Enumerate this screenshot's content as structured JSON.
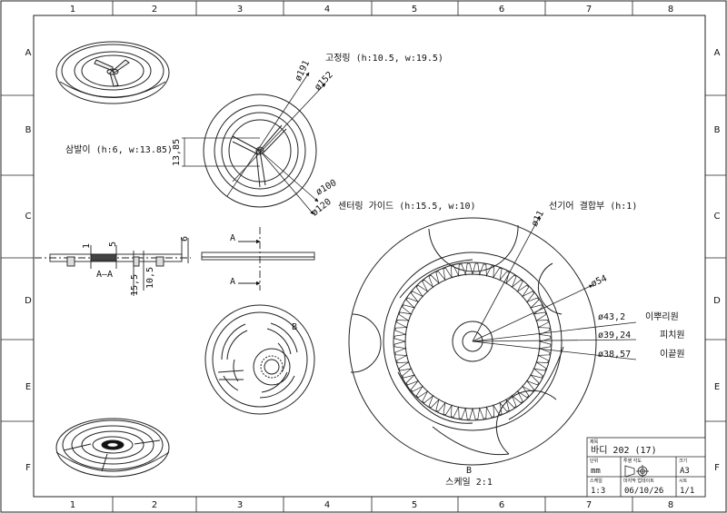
{
  "grid": {
    "columns": [
      "1",
      "2",
      "3",
      "4",
      "5",
      "6",
      "7",
      "8"
    ],
    "rows": [
      "A",
      "B",
      "C",
      "D",
      "E",
      "F"
    ]
  },
  "annotations": {
    "fixed_ring": "고정링 (h:10.5, w:19.5)",
    "hairspring": "삼발이 (h:6, w:13.85)",
    "center_guide": "센터링 가이드 (h:15.5, w:10)",
    "gear_joint": "선기어 결합부 (h:1)",
    "dedendum": "이뿌리원",
    "pitch": "피치원",
    "addendum": "이끝원",
    "section_label": "A–A",
    "detail_label": "B",
    "detail_scale": "스케일 2:1",
    "detail_marker": "B",
    "cut_a_top": "A",
    "cut_a_bottom": "A"
  },
  "dimensions": {
    "d191": "ø191",
    "d152": "ø152",
    "d100": "ø100",
    "d120": "ø120",
    "h1385": "13,85",
    "s1": "1",
    "s5": "5",
    "s6": "6",
    "s155": "15,5",
    "s105": "10,5",
    "d11": "ø11",
    "d54": "ø54",
    "d432": "ø43,2",
    "d3924": "ø39,24",
    "d3857": "ø38,57"
  },
  "title_block": {
    "title_label": "제목",
    "title": "바디 202 (17)",
    "unit_label": "단위",
    "unit": "mm",
    "projection_label": "투영 각도",
    "size_label": "크기",
    "size": "A3",
    "scale_label": "스케일",
    "scale": "1:3",
    "date_label": "마지막 업데이트",
    "date": "06/10/26",
    "sheet_label": "시트",
    "sheet": "1/1"
  }
}
